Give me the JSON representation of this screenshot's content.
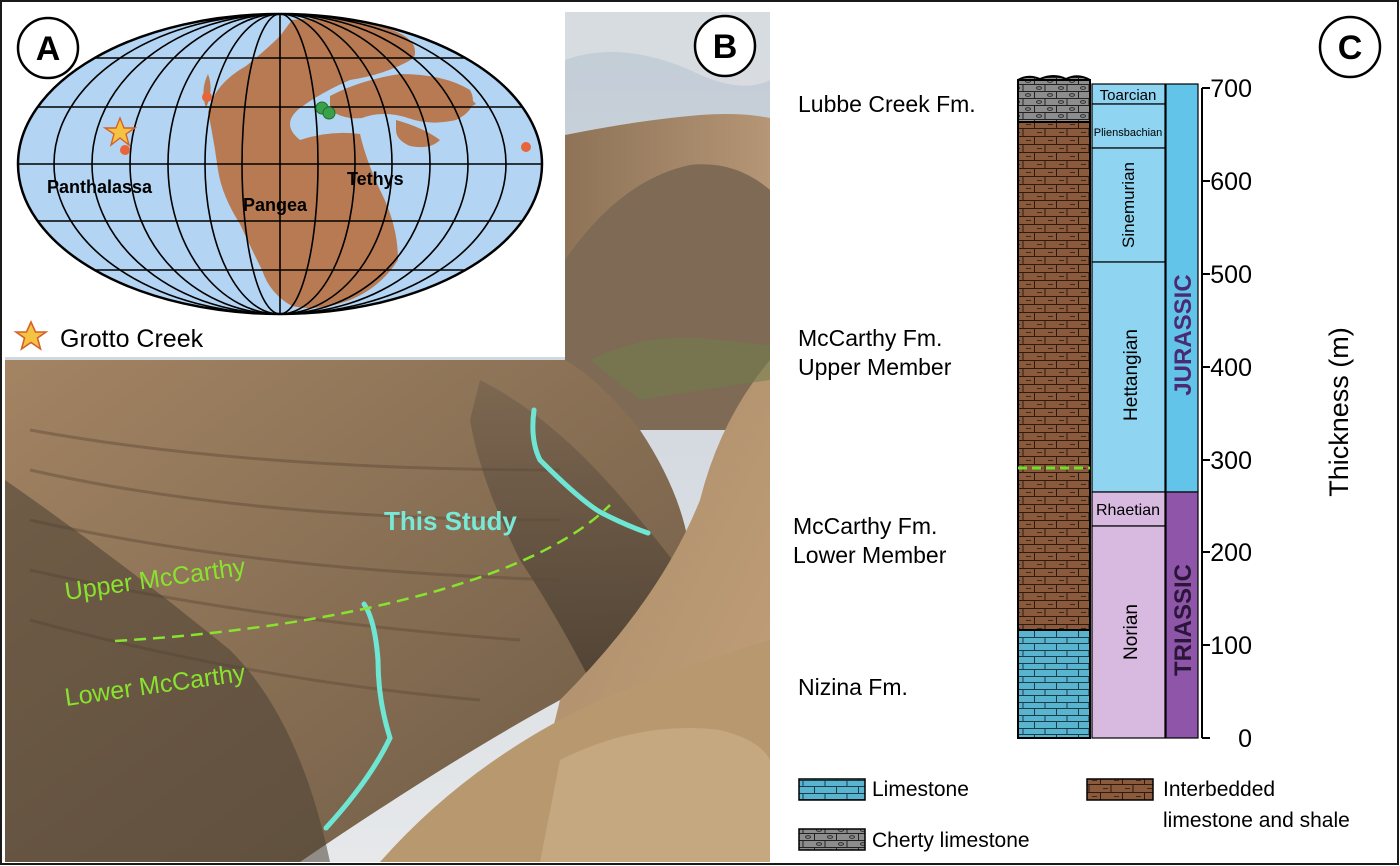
{
  "panels": {
    "a": {
      "letter": "A",
      "ocean_labels": {
        "panthalassa": "Panthalassa",
        "tethys": "Tethys"
      },
      "continent_label": "Pangea",
      "legend_label": "Grotto Creek",
      "colors": {
        "ocean": "#b3d4f2",
        "land": "#b87a52",
        "star": "#f5c342",
        "site_dot": "#e8643a",
        "green_dot": "#3aa14a"
      }
    },
    "b": {
      "letter": "B",
      "labels": {
        "this_study": "This Study",
        "upper": "Upper McCarthy",
        "lower": "Lower McCarthy"
      },
      "colors": {
        "section_line": "#6fe6d4",
        "contact_line": "#88e22e",
        "study_text": "#79e8d6",
        "unit_text": "#88e22e"
      }
    },
    "c": {
      "letter": "C",
      "formations": [
        "Lubbe Creek Fm.",
        "McCarthy Fm.",
        "Upper Member",
        "McCarthy Fm.",
        "Lower Member",
        "Nizina Fm."
      ],
      "stages": [
        "Toarcian",
        "Pliensbachian",
        "Sinemurian",
        "Hettangian",
        "Rhaetian",
        "Norian"
      ],
      "periods": [
        "JURASSIC",
        "TRIASSIC"
      ],
      "axis": {
        "title": "Thickness (m)",
        "ticks": [
          "700",
          "600",
          "500",
          "400",
          "300",
          "200",
          "100",
          "0"
        ]
      },
      "legend": {
        "limestone": "Limestone",
        "cherty": "Cherty limestone",
        "interbedded_line1": "Interbedded",
        "interbedded_line2": "limestone and shale"
      },
      "colors": {
        "jurassic": "#63c4ea",
        "jurassic_stage": "#8fd4f1",
        "triassic": "#8e55a8",
        "triassic_stage": "#d8b9e0",
        "limestone": "#58b4cf",
        "interbedded": "#8b5a3c",
        "cherty": "#8d8d8d",
        "boundary_dash": "#6fe02a"
      }
    }
  }
}
